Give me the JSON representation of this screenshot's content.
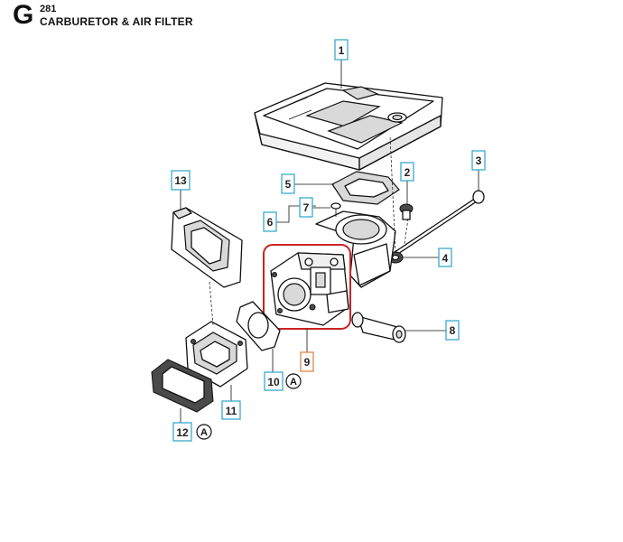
{
  "header": {
    "section_letter": "G",
    "page_number": "281",
    "title": "CARBURETOR & AIR FILTER"
  },
  "callouts": [
    {
      "id": "1",
      "label": "1"
    },
    {
      "id": "2",
      "label": "2"
    },
    {
      "id": "3",
      "label": "3"
    },
    {
      "id": "4",
      "label": "4"
    },
    {
      "id": "5",
      "label": "5"
    },
    {
      "id": "6",
      "label": "6"
    },
    {
      "id": "7",
      "label": "7"
    },
    {
      "id": "8",
      "label": "8"
    },
    {
      "id": "9",
      "label": "9"
    },
    {
      "id": "10",
      "label": "10"
    },
    {
      "id": "11",
      "label": "11"
    },
    {
      "id": "12",
      "label": "12"
    },
    {
      "id": "13",
      "label": "13"
    }
  ],
  "ref_marks": {
    "a_label": "A"
  },
  "colors": {
    "callout_border": "#2aa3c9",
    "highlight_callout_border": "#e07a3c",
    "highlight_frame": "#cc2222"
  }
}
